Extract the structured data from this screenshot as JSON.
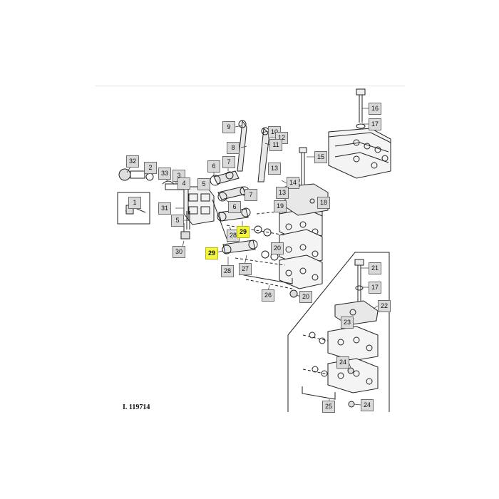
{
  "diagram": {
    "figure_id": "I. 119714",
    "callouts": {
      "c16": "16",
      "c17a": "17",
      "c9": "9",
      "c10": "10",
      "c12": "12",
      "c8": "8",
      "c11": "11",
      "c15": "15",
      "c32": "32",
      "c2": "2",
      "c33": "33",
      "c3": "3",
      "c6a": "6",
      "c7a": "7",
      "c13a": "13",
      "c4": "4",
      "c5a": "5",
      "c14": "14",
      "c13b": "13",
      "c7b": "7",
      "c6b": "6",
      "c1": "1",
      "c31": "31",
      "c18": "18",
      "c19": "19",
      "c5b": "5",
      "c28a": "28",
      "c29a": "29",
      "c30": "30",
      "c20a": "20",
      "c29b": "29",
      "c28b": "28",
      "c27": "27",
      "c26": "26",
      "c20b": "20",
      "c21": "21",
      "c17b": "17",
      "c22": "22",
      "c23": "23",
      "c24a": "24",
      "c25": "25",
      "c24b": "24"
    },
    "highlight_color": "#f2f542"
  }
}
